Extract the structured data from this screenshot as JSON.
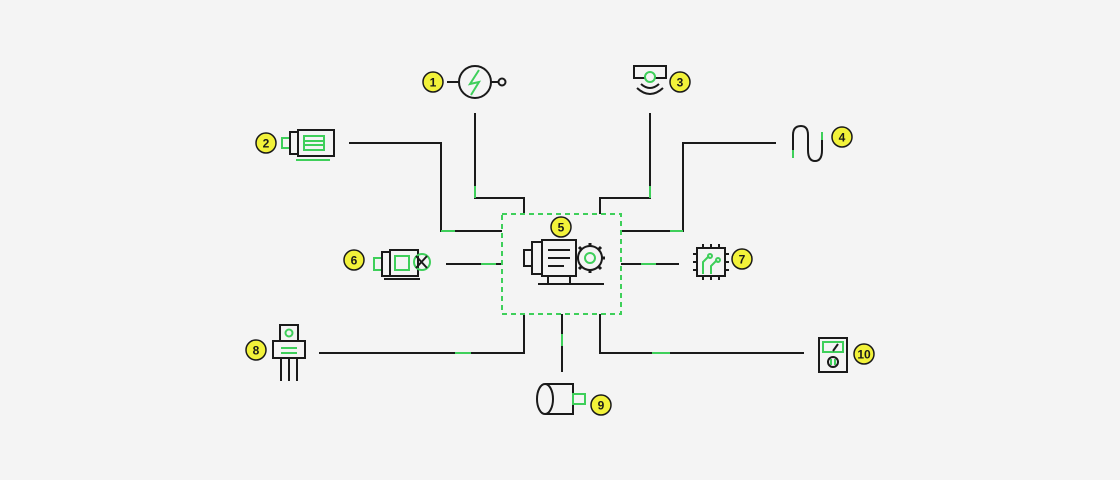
{
  "colors": {
    "background": "#f4f4f4",
    "line": "#1a1a1a",
    "accent": "#3ecf5a",
    "badge": "#f2f23a"
  },
  "hub": {
    "label": "5",
    "icon": "motor-gear-icon"
  },
  "components": [
    {
      "id": "c1",
      "label": "1",
      "icon": "power-supply-icon"
    },
    {
      "id": "c2",
      "label": "2",
      "icon": "electric-motor-icon"
    },
    {
      "id": "c3",
      "label": "3",
      "icon": "sensor-icon"
    },
    {
      "id": "c4",
      "label": "4",
      "icon": "cable-icon"
    },
    {
      "id": "c6",
      "label": "6",
      "icon": "gear-motor-icon"
    },
    {
      "id": "c7",
      "label": "7",
      "icon": "microchip-icon"
    },
    {
      "id": "c8",
      "label": "8",
      "icon": "transistor-icon"
    },
    {
      "id": "c9",
      "label": "9",
      "icon": "cylinder-motor-icon"
    },
    {
      "id": "c10",
      "label": "10",
      "icon": "multimeter-icon"
    }
  ]
}
